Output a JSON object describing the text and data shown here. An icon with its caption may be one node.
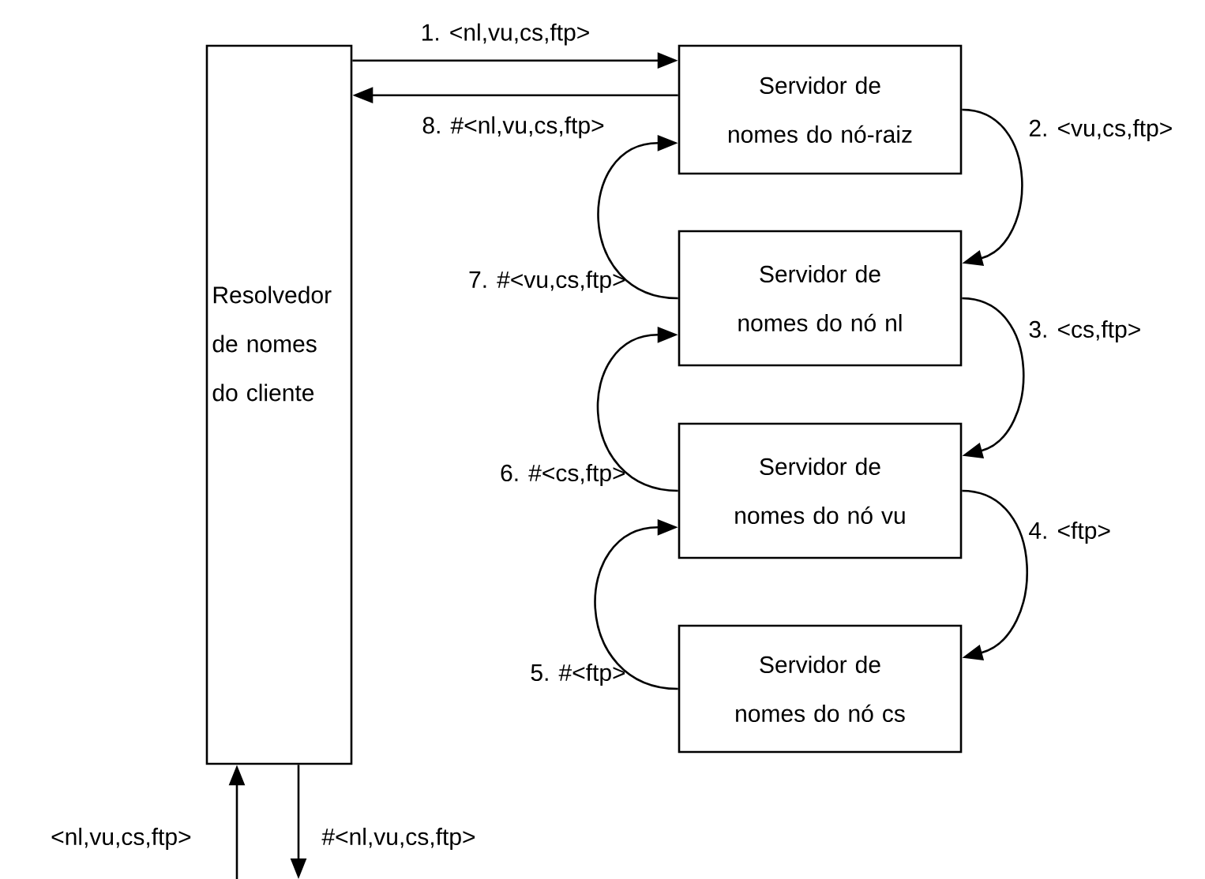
{
  "diagram": {
    "nodes": [
      {
        "text": [
          "Resolvedor de nomes do cliente"
        ]
      },
      {
        "text": [
          "Servidor de nomes do nó-raiz"
        ]
      },
      {
        "text": [
          "Servidor de nomes do nó nl"
        ]
      },
      {
        "text": [
          "Servidor de nomes do nó vu"
        ]
      },
      {
        "text": [
          "Servidor de nomes do nó cs"
        ]
      }
    ],
    "edges": [
      {
        "from": 0,
        "to": 1,
        "arrow": "to",
        "label": "1. <nl,vu,cs,ftp>"
      },
      {
        "from": 1,
        "to": 2,
        "arrow": "to",
        "label": "2. <vu,cs,ftp>"
      },
      {
        "from": 2,
        "to": 3,
        "arrow": "to",
        "label": "3. <cs,ftp>"
      },
      {
        "from": 3,
        "to": 4,
        "arrow": "to",
        "label": "4. <ftp>"
      },
      {
        "from": 4,
        "to": 3,
        "arrow": "to",
        "label": "5. #<ftp>"
      },
      {
        "from": 3,
        "to": 2,
        "arrow": "to",
        "label": "6. #<cs,ftp>"
      },
      {
        "from": 2,
        "to": 1,
        "arrow": "to",
        "label": "7. #<vu,cs,ftp>"
      },
      {
        "from": 1,
        "to": 0,
        "arrow": "to",
        "label": "8. #<nl,vu,cs,ftp>"
      },
      {
        "from": null,
        "to": 0,
        "arrow": "to",
        "label": "<nl,vu,cs,ftp>"
      },
      {
        "from": 0,
        "to": null,
        "arrow": "to",
        "label": "#<nl,vu,cs,ftp>"
      }
    ]
  }
}
